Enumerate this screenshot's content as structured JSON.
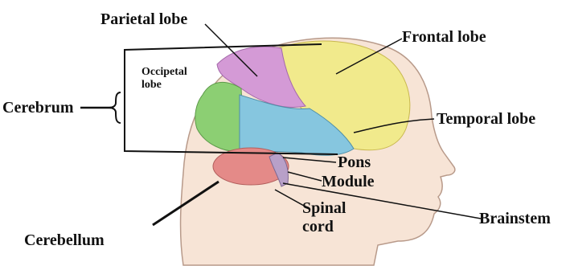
{
  "labels": {
    "parietal_lobe": "Parietal lobe",
    "frontal_lobe": "Frontal lobe",
    "occipetal_lobe_line1": "Occipetal",
    "occipetal_lobe_line2": "lobe",
    "cerebrum": "Cerebrum",
    "temporal_lobe": "Temporal lobe",
    "pons": "Pons",
    "module": "Module",
    "spinal_cord_line1": "Spinal",
    "spinal_cord_line2": "cord",
    "brainstem": "Brainstem",
    "cerebellum": "Cerebellum"
  },
  "colors": {
    "head_fill": "#f7e4d6",
    "head_stroke": "#b89a8a",
    "frontal": "#f1ea8c",
    "parietal": "#d49ad6",
    "occipital": "#8ccf73",
    "temporal": "#86c6df",
    "cerebellum": "#e48a88",
    "brainstem": "#b8a0c8",
    "line": "#111111"
  }
}
